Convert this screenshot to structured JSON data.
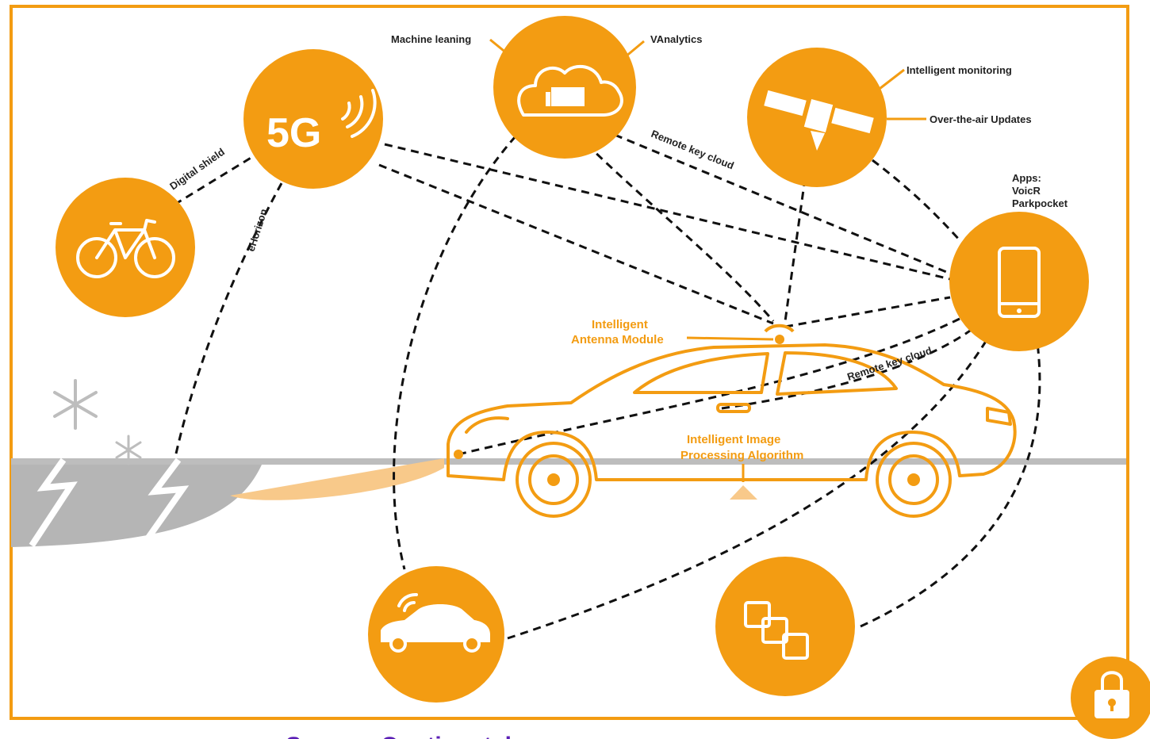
{
  "labels": {
    "machine_learning": "Machine leaning",
    "vanalytics": "VAnalytics",
    "intelligent_monitoring": "Intelligent monitoring",
    "ota_updates": "Over-the-air Updates",
    "apps_title": "Apps:",
    "apps_voicr": "VoicR",
    "apps_parkpocket": "Parkpocket",
    "remote_key_cloud_top": "Remote key cloud",
    "remote_key_cloud_car": "Remote key cloud",
    "digital_shield": "Digital shield",
    "ehorizon": "eHorizon",
    "antenna_line1": "Intelligent",
    "antenna_line2": "Antenna Module",
    "image_line1": "Intelligent Image",
    "image_line2": "Processing Algorithm",
    "five_g": "5G"
  },
  "source_text": "Source: Continental",
  "icons": [
    "5g-icon",
    "cloud-folder-icon",
    "satellite-icon",
    "bicycle-icon",
    "smartphone-icon",
    "connected-car-icon",
    "copy-squares-icon",
    "lock-icon",
    "snowflake-icon"
  ],
  "colors": {
    "accent": "#f39c12",
    "line": "#111111",
    "road": "#b5b5b5",
    "source": "#5b1fb5"
  }
}
